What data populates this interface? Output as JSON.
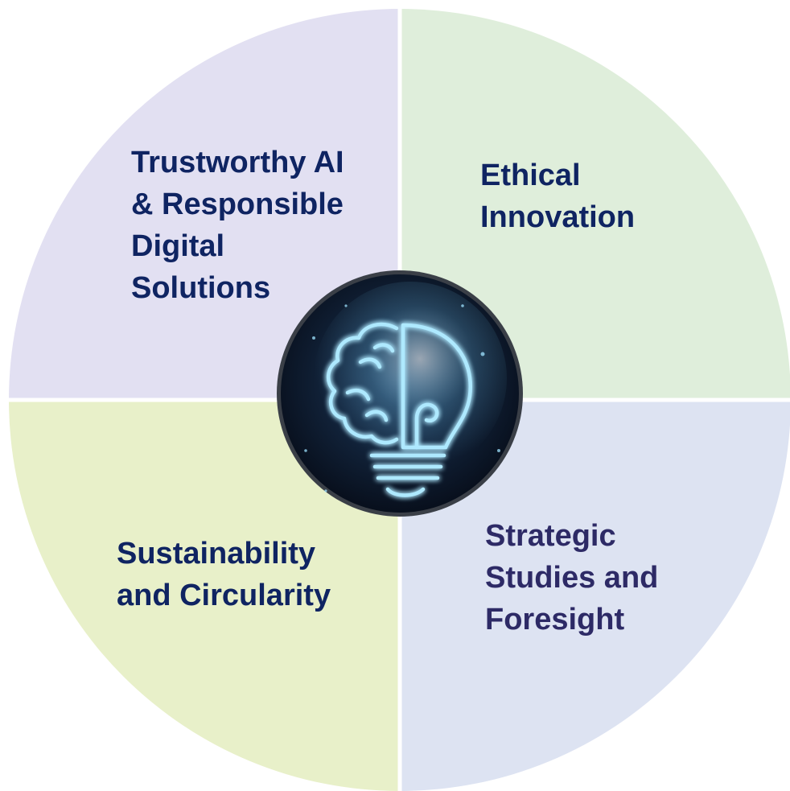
{
  "quadrants": [
    {
      "id": "top-left",
      "lines": [
        "Trustworthy AI",
        "& Responsible",
        "Digital",
        "Solutions"
      ],
      "color": "#e2e0f2"
    },
    {
      "id": "top-right",
      "lines": [
        "Ethical",
        "Innovation"
      ],
      "color": "#dfeedb"
    },
    {
      "id": "bottom-left",
      "lines": [
        "Sustainability",
        "and Circularity"
      ],
      "color": "#e8f0c9"
    },
    {
      "id": "bottom-right",
      "lines": [
        "Strategic",
        "Studies and",
        "Foresight"
      ],
      "color": "#dde3f2"
    }
  ],
  "colors": {
    "label_text": "#0f2462",
    "label_text_alt": "#2d2a66",
    "divider": "#ffffff",
    "center_background": "#0b1628",
    "center_glow": "#7fd8ff"
  },
  "center_icon": "brain-lightbulb-icon"
}
